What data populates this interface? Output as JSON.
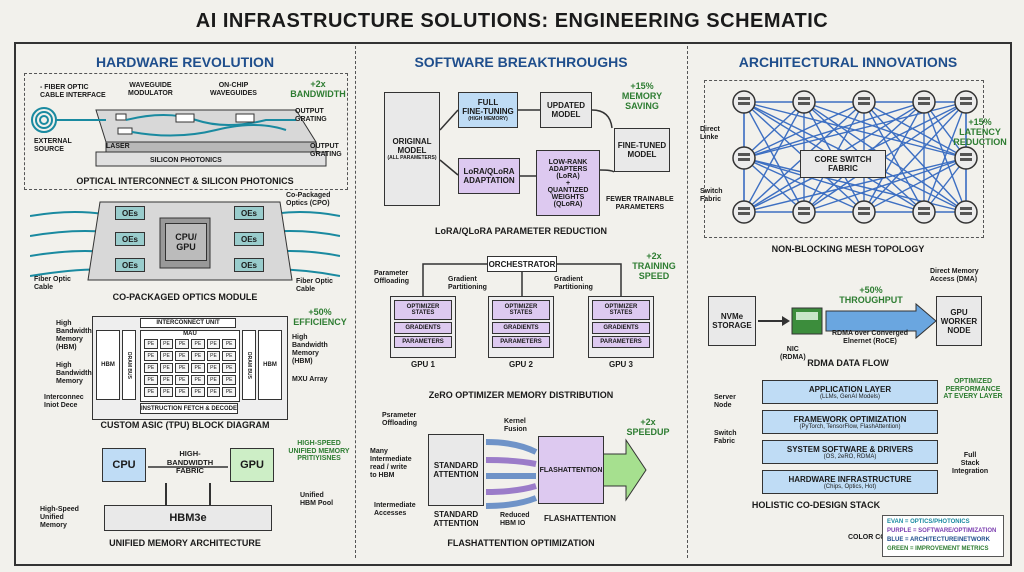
{
  "title": "AI INFRASTRUCTURE SOLUTIONS: ENGINEERING SCHEMATIC",
  "columns": {
    "hardware": "HARDWARE REVOLUTION",
    "software": "SOFTWARE BREAKTHROUGHS",
    "architecture": "ARCHITECTURAL INNOVATIONS"
  },
  "optical": {
    "caption": "OPTICAL INTERCONNECT & SILICON PHOTONICS",
    "metric": "+2x\nBANDWIDTH",
    "fiber_label": "- FIBER OPTIC\nCABLE INTERFACE",
    "waveguide_mod": "WAVEGUIDE\nMODULATOR",
    "onchip": "ON-CHIP\nWAVEGUIDES",
    "output_grating_1": "OUTPUT\nGRATING",
    "output_grating_2": "OUTPUT\nGRATING",
    "external_source": "EXTERNAL\nSOURCE",
    "laser": "LASER",
    "base": "SILICON PHOTONICS"
  },
  "cpo": {
    "caption": "CO-PACKAGED OPTICS MODULE",
    "cpo_label": "Co-Packaged\nOptics (CPO)",
    "fiber_left": "Fiber Optic\nCable",
    "fiber_right": "Fiber Optic\nCable",
    "oe": "OEs",
    "chip": "CPU/\nGPU"
  },
  "asic": {
    "caption": "CUSTOM ASIC (TPU) BLOCK DIAGRAM",
    "metric": "+50%\nEFFICIENCY",
    "hbm_left_1": "High\nBandwidth\nMemory\n(HBM)",
    "hbm_left_2": "High\nBandwidth\nMemory",
    "interconnect_left": "Interconnec\nIniot Dece",
    "hbm_right": "High\nBandwidth\nMemory\n(HBM)",
    "mxu": "MXU Array",
    "interconnect_unit": "INTERCONNECT UNIT",
    "mau": "MAU",
    "hbm": "HBM",
    "dram": "DRAM BUS",
    "pe": "PE",
    "fetch": "INSTRUCTION FETCH & DECODE"
  },
  "unified": {
    "caption": "UNIFIED MEMORY ARCHITECTURE",
    "metric": "HIGH-SPEED\nUNIFIED MEMORY\nPRITIYISNES",
    "cpu": "CPU",
    "gpu": "GPU",
    "fabric": "HIGH-\nBANDWIDTH\nFABRIC",
    "hbm3e": "HBM3e",
    "unified_pool": "Unified\nHBM Pool",
    "hs_unified": "High-Speed\nUnified\nMemory"
  },
  "lora": {
    "caption": "LoRA/QLoRA PARAMETER REDUCTION",
    "metric": "+15%\nMEMORY\nSAVING",
    "original": "ORIGINAL\nMODEL",
    "original_sub": "(ALL PARAMETERS)",
    "full_ft": "FULL\nFINE-TUNING",
    "full_ft_sub": "(HIGH MEMORY)",
    "updated": "UPDATED\nMODEL",
    "finetuned": "FINE-TUNED\nMODEL",
    "lora_adapt": "LoRA/QLoRA\nADAPTATION",
    "low_rank": "LOW-RANK\nADAPTERS\n(LoRA)\n+\nQUANTIZED\nWEIGHTS",
    "qlora": "(QLoRA)",
    "fewer": "FEWER TRAINABLE\nPARAMETERS"
  },
  "zero": {
    "caption": "ZeRO OPTIMIZER MEMORY DISTRIBUTION",
    "metric": "+2x\nTRAINING\nSPEED",
    "orchestrator": "ORCHESTRATOR",
    "param_off": "Parameter\nOffloading",
    "grad_part_1": "Gradient\nPartitioning",
    "grad_part_2": "Gradient\nPartitioning",
    "opt_states": "OPTIMIZER\nSTATES",
    "gradients": "GRADIENTS",
    "parameters": "PARAMETERS",
    "gpus": [
      "GPU 1",
      "GPU 2",
      "GPU 3"
    ]
  },
  "flash": {
    "caption": "FLASHATTENTION OPTIMIZATION",
    "metric": "+2x\nSPEEDUP",
    "param_off": "Psrameter\nOffloading",
    "many": "Many\nIntermediate\nread / write\nto HBM",
    "intermediate": "Intermediate\nAccesses",
    "standard": "STANDARD\nATTENTION",
    "standard_below": "STANDARD\nATTENTION",
    "kernel": "Kernel\nFusion",
    "reduced": "Reduced\nHBM IO",
    "flash": "FLASHATTENTION",
    "flash_below": "FLASHATTENTION"
  },
  "mesh": {
    "caption": "NON-BLOCKING MESH TOPOLOGY",
    "metric": "+15%\nLATENCY\nREDUCTION",
    "direct": "Direct\nLinke",
    "switch_fabric": "Switch\nFabric",
    "core": "CORE SWITCH\nFABRIC"
  },
  "rdma": {
    "caption": "RDMA DATA FLOW",
    "metric": "+50%\nTHROUGHPUT",
    "dma": "Direct Memory\nAccess (DMA)",
    "nvme": "NVMe\nSTORAGE",
    "nic": "NIC\n(RDMA)",
    "roce": "RDMA over Converged\nElnernet (RoCE)",
    "gpu": "GPU\nWORKER\nNODE"
  },
  "stack": {
    "caption": "HOLISTIC CO-DESIGN STACK",
    "metric": "OPTIMIZED\nPERFORMANCE\nAT EVERY LAYER",
    "server": "Server\nNode",
    "switch_fabric": "Switch\nFabric",
    "full": "Full\nStack\nIntegration",
    "layers": [
      {
        "title": "APPLICATION LAYER",
        "sub": "(LLMs, GenAI Models)"
      },
      {
        "title": "FRAMEWORK OPTIMIZATION",
        "sub": "(PyTorch, TensorFlow, FlashAttention)"
      },
      {
        "title": "SYSTEM SOFTWARE & DRIVERS",
        "sub": "(OS, 2eRO, RDMA)"
      },
      {
        "title": "HARDWARE INFRASTRUCTURE",
        "sub": "(Chips, Optics, Hot)"
      }
    ]
  },
  "legend": {
    "title": "COLOR CODE:",
    "items": [
      {
        "text": "EVAN = OPTICS/PHOTONICS",
        "color": "#1a8aa0"
      },
      {
        "text": "PURPLE = SOFTWARE/OPTIMIZATION",
        "color": "#7b3fb0"
      },
      {
        "text": "BLUE = ARCHITECTUREINETWORK",
        "color": "#1f4e8c"
      },
      {
        "text": "GREEN = IMPROVEMENT METRICS",
        "color": "#2e7d32"
      }
    ]
  },
  "colors": {
    "blue": "#1f4e8c",
    "green": "#2e7d32",
    "purple": "#7b3fb0",
    "teal": "#1a8aa0"
  }
}
